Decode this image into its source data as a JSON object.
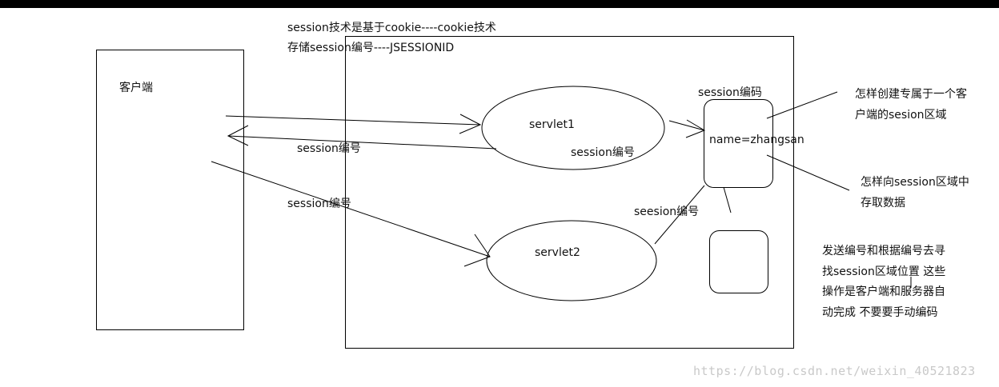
{
  "header": {
    "line1": "session技术是基于cookie----cookie技术",
    "line2": "存储session编号----JSESSIONID"
  },
  "client": {
    "label": "客户端"
  },
  "server": {
    "servlet1": "servlet1",
    "servlet2": "servlet2",
    "session_box_title": "session编码",
    "session_box_content": "name=zhangsan"
  },
  "arrows": {
    "return_label": "session编号",
    "servlet1_inner_label": "session编号",
    "request2_label": "session编号",
    "servlet2_link_label": "seesion编号"
  },
  "notes": {
    "q1_line1": "怎样创建专属于一个客",
    "q1_line2": "户端的sesion区域",
    "q2_line1": "怎样向session区域中",
    "q2_line2": "存取数据",
    "auto_line1": "发送编号和根据编号去寻",
    "auto_line2": "找session区域位置 这些",
    "auto_line3": "操作是客户端和服务器自",
    "auto_line4": "动完成 不要要手动编码"
  },
  "watermark": "https://blog.csdn.net/weixin_40521823",
  "colors": {
    "stroke": "#000000",
    "watermark": "#c9c9c9"
  }
}
